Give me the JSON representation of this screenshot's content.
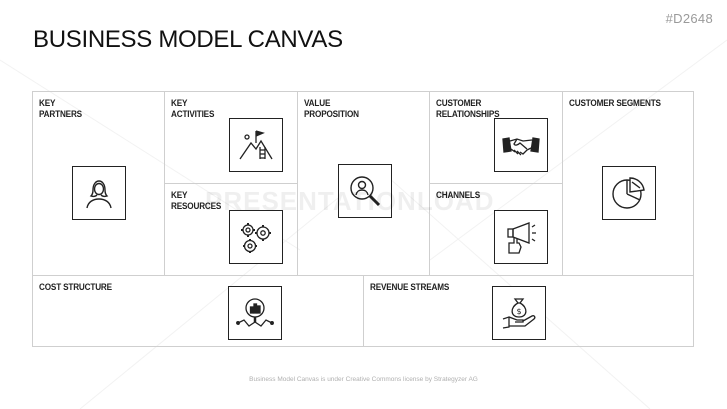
{
  "slide_id": "#D2648",
  "title": "BUSINESS MODEL CANVAS",
  "watermark": "PRESENTATIONLOAD",
  "footer": "Business Model Canvas is under Creative Commons license by Strategyzer AG",
  "blocks": {
    "key_partners": "KEY\nPARTNERS",
    "key_activities": "KEY\nACTIVITIES",
    "key_resources": "KEY\nRESOURCES",
    "value_proposition": "VALUE\nPROPOSITION",
    "customer_relationships": "CUSTOMER RELATIONSHIPS",
    "channels": "CHANNELS",
    "customer_segments": "CUSTOMER SEGMENTS",
    "cost_structure": "COST STRUCTURE",
    "revenue_streams": "REVENUE STREAMS"
  },
  "icons": {
    "key_partners": "person-icon",
    "key_activities": "mountain-flag-icon",
    "key_resources": "gears-icon",
    "value_proposition": "user-search-icon",
    "customer_relationships": "handshake-icon",
    "channels": "megaphone-icon",
    "customer_segments": "pie-chart-icon",
    "cost_structure": "chart-magnifier-icon",
    "revenue_streams": "money-bag-hand-icon"
  }
}
